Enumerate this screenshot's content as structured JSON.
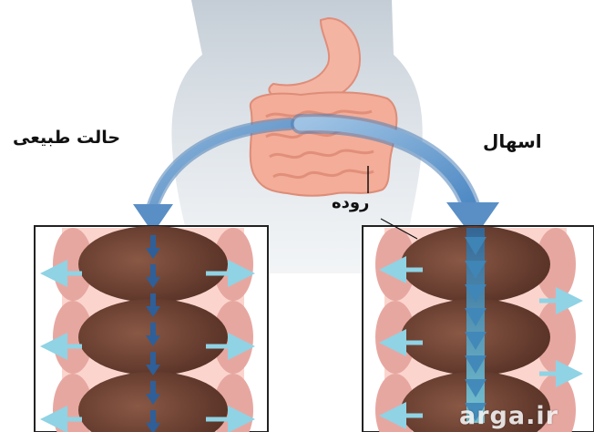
{
  "labels": {
    "normal_state": "حالت طبیعی",
    "diarrhea": "اسهال",
    "intestine": "روده"
  },
  "watermark": "arga.ir",
  "colors": {
    "body_silhouette": "#b8c2cc",
    "intestine_pink": "#f2a996",
    "colon_brown": "#6b4233",
    "colon_edge": "#e7a7a1",
    "arrow_blue": "#5f90c4",
    "flow_teal": "#63b8d6",
    "frame": "#222222"
  }
}
